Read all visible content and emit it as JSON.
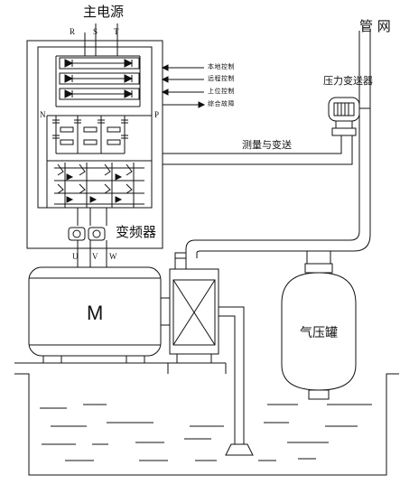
{
  "labels": {
    "main_power": "主电源",
    "phase_r": "R",
    "phase_s": "S",
    "phase_t": "T",
    "pipe_network": "管 网",
    "pressure_transmitter": "压力变送器",
    "signal_local": "本地控制",
    "signal_remote": "远程控制",
    "signal_upper": "上位控制",
    "signal_fault": "综合故障",
    "bus_n": "N",
    "bus_p": "P",
    "measure_transmit": "测量与变送",
    "inverter": "变频器",
    "out_u": "U",
    "out_v": "V",
    "out_w": "W",
    "motor": "M",
    "tank": "气压罐"
  }
}
